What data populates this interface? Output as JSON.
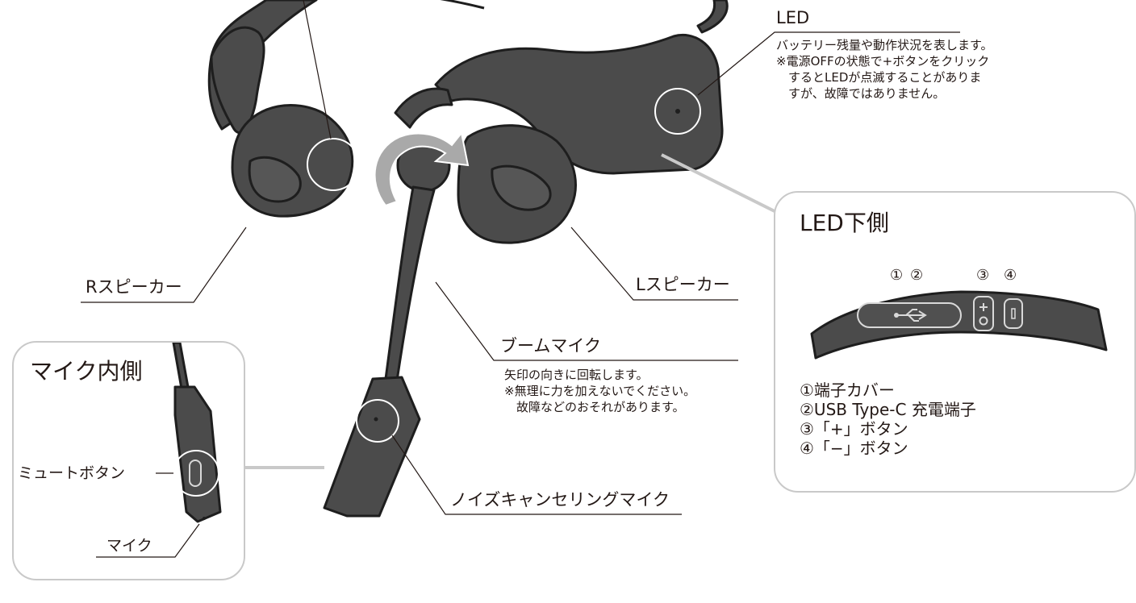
{
  "led": {
    "title": "LED",
    "notes": [
      "バッテリー残量や動作状況を表します。",
      "※電源OFFの状態で+ボタンをクリック",
      "　するとLEDが点滅することがありま",
      "　すが、故障ではありません。"
    ]
  },
  "labels": {
    "r_speaker": "Rスピーカー",
    "l_speaker": "Lスピーカー",
    "noise_mic": "ノイズキャンセリングマイク"
  },
  "boom": {
    "title": "ブームマイク",
    "notes": [
      "矢印の向きに回転します。",
      "※無理に力を加えないでください。",
      "　故障などのおそれがあります。"
    ]
  },
  "led_underside": {
    "title": "LED下側",
    "markers": [
      "①",
      "②",
      "③",
      "④"
    ],
    "parts": [
      "①端子カバー",
      "②USB Type-C 充電端子",
      "③「+」ボタン",
      "④「−」ボタン"
    ]
  },
  "mic_inside": {
    "title": "マイク内側",
    "mute_button": "ミュートボタン",
    "mic": "マイク"
  }
}
